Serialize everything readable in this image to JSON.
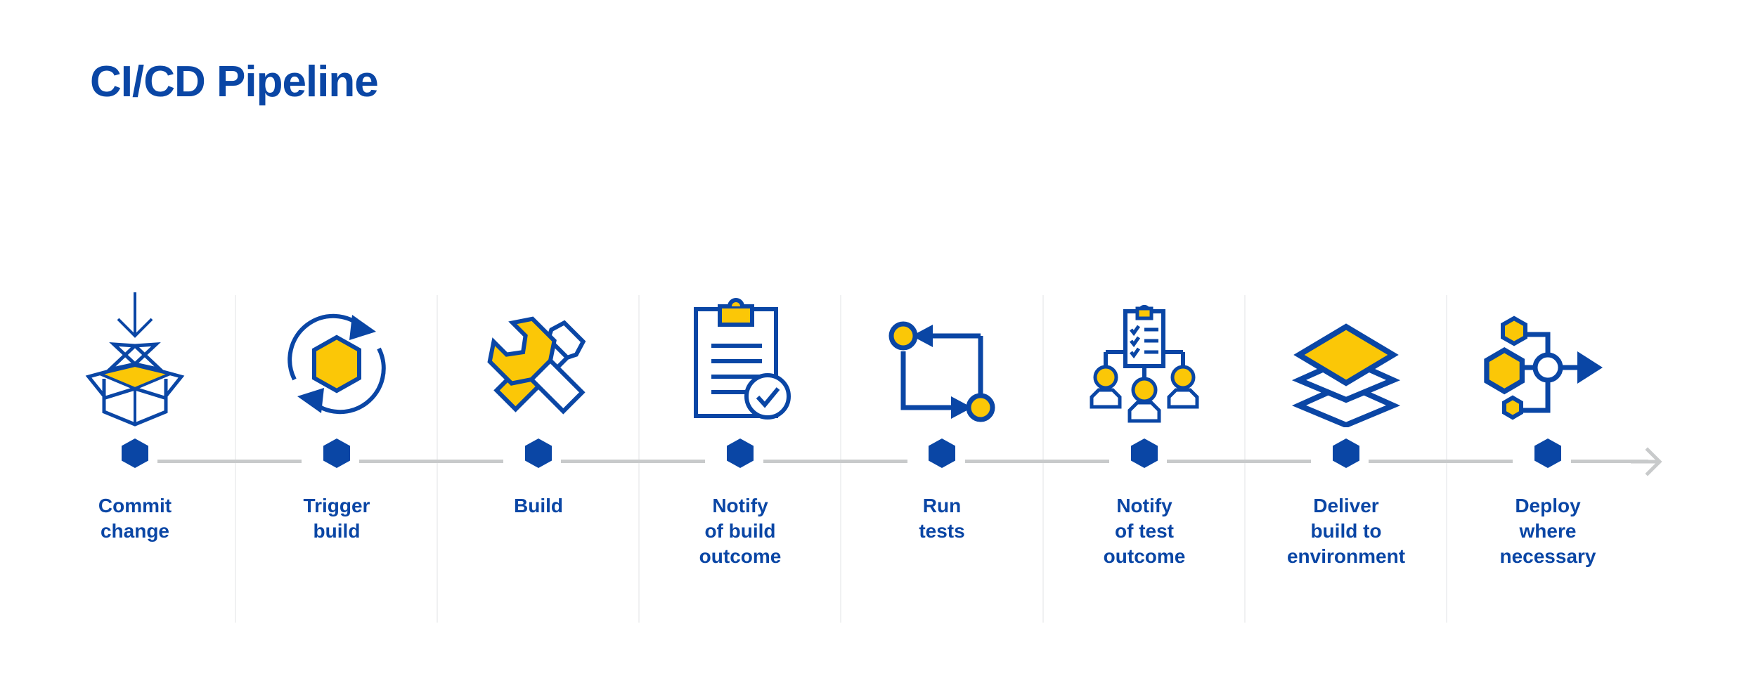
{
  "title": "CI/CD Pipeline",
  "colors": {
    "blue": "#0A46A5",
    "yellow": "#FBC707",
    "track": "#C8CACB",
    "divider": "#F0F1F2",
    "background": "#FFFFFF"
  },
  "diagram_data": {
    "type": "process-timeline",
    "orientation": "horizontal",
    "step_count": 8,
    "ends_with_arrow": true,
    "node_shape": "hexagon",
    "steps": [
      {
        "index": 1,
        "label": "Commit\nchange",
        "icon": "open-box-download-icon"
      },
      {
        "index": 2,
        "label": "Trigger\nbuild",
        "icon": "refresh-cycle-hexagon-icon"
      },
      {
        "index": 3,
        "label": "Build",
        "icon": "wrench-screwdriver-icon"
      },
      {
        "index": 4,
        "label": "Notify\nof build\noutcome",
        "icon": "clipboard-check-icon"
      },
      {
        "index": 5,
        "label": "Run\ntests",
        "icon": "test-loop-icon"
      },
      {
        "index": 6,
        "label": "Notify\nof test\noutcome",
        "icon": "checklist-people-icon"
      },
      {
        "index": 7,
        "label": "Deliver\nbuild to\nenvironment",
        "icon": "stacked-layers-icon"
      },
      {
        "index": 8,
        "label": "Deploy\nwhere\nnecessary",
        "icon": "hexagon-merge-arrow-icon"
      }
    ]
  }
}
